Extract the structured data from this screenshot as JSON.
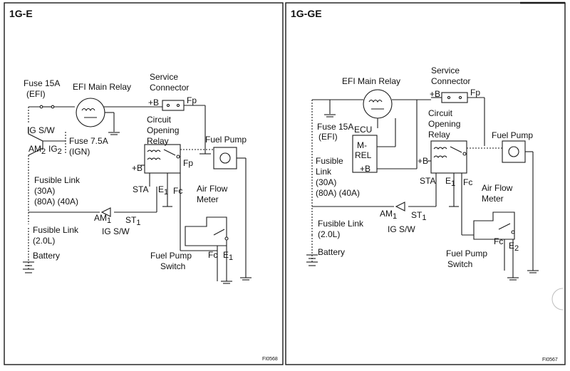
{
  "left": {
    "title": "1G-E",
    "fuse_efi": "Fuse 15A",
    "fuse_efi_sub": "(EFI)",
    "efi_main_relay": "EFI Main Relay",
    "service_connector_1": "Service",
    "service_connector_2": "Connector",
    "plus_b": "+B",
    "fp": "Fp",
    "circuit_opening_1": "Circuit",
    "circuit_opening_2": "Opening",
    "circuit_opening_3": "Relay",
    "ig_sw_top": "IG S/W",
    "fuse_ign": "Fuse 7.5A",
    "fuse_ign_sub": "(IGN)",
    "am2": "AM",
    "am2_sub": "2",
    "ig2": "IG",
    "ig2_sub": "2",
    "fuel_pump": "Fuel Pump",
    "relay_plus_b": "+B",
    "relay_fp": "Fp",
    "fusible_link": "Fusible Link",
    "fusible_link_a": "(30A)",
    "fusible_link_b": "(80A)  (40A)",
    "sta": "STA",
    "e1": "E",
    "e1_sub": "1",
    "fc": "Fc",
    "air_flow_1": "Air Flow",
    "air_flow_2": "Meter",
    "am1": "AM",
    "am1_sub": "1",
    "st1": "ST",
    "st1_sub": "1",
    "ig_sw_bottom": "IG S/W",
    "fusible_link_2": "Fusible Link",
    "fusible_link_2_sub": "(2.0L)",
    "battery": "Battery",
    "fc_meter": "Fc",
    "e1_meter": "E",
    "e1_meter_sub": "1",
    "fuel_pump_switch_1": "Fuel Pump",
    "fuel_pump_switch_2": "Switch",
    "code": "FI0568"
  },
  "right": {
    "title": "1G-GE",
    "efi_main_relay": "EFI Main Relay",
    "service_connector_1": "Service",
    "service_connector_2": "Connector",
    "plus_b": "+B",
    "fp": "Fp",
    "circuit_opening_1": "Circuit",
    "circuit_opening_2": "Opening",
    "circuit_opening_3": "Relay",
    "fuse_efi": "Fuse 15A",
    "fuse_efi_sub": "(EFI)",
    "ecu": "ECU",
    "m_rel_1": "M-",
    "m_rel_2": "REL",
    "ecu_plus_b": "+B",
    "relay_plus_b": "+B",
    "fuel_pump": "Fuel Pump",
    "fusible_link": "Fusible",
    "fusible_link_2": "Link",
    "fusible_link_a": "(30A)",
    "fusible_link_b": "(80A)  (40A)",
    "sta": "STA",
    "e1": "E",
    "e1_sub": "1",
    "fc": "Fc",
    "air_flow_1": "Air Flow",
    "air_flow_2": "Meter",
    "am1": "AM",
    "am1_sub": "1",
    "st1": "ST",
    "st1_sub": "1",
    "fusible_link_3": "Fusible Link",
    "fusible_link_3_sub": "(2.0L)",
    "ig_sw": "IG S/W",
    "battery": "Battery",
    "fc_meter": "Fc",
    "e2": "E",
    "e2_sub": "2",
    "fuel_pump_switch_1": "Fuel Pump",
    "fuel_pump_switch_2": "Switch",
    "code": "FI0567"
  }
}
